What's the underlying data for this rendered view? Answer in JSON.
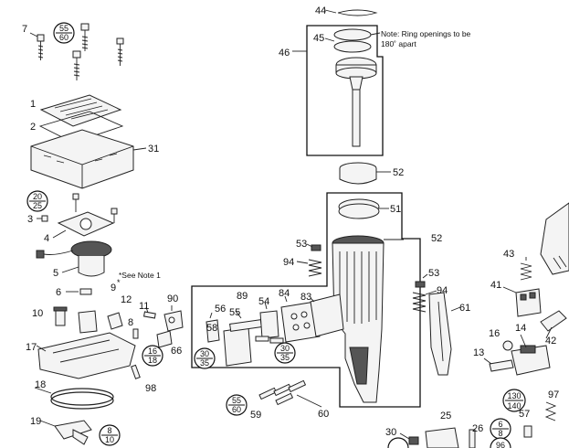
{
  "labels": {
    "p44": "44",
    "p45": "45",
    "p46": "46",
    "p52a": "52",
    "p51": "51",
    "p52b": "52",
    "p7": "7",
    "p1": "1",
    "p2": "2",
    "p31": "31",
    "p3": "3",
    "p4": "4",
    "p5": "5",
    "p6": "6",
    "p9": "9",
    "p10": "10",
    "p11": "11",
    "p12": "12",
    "p8": "8",
    "p90": "90",
    "p66": "66",
    "p17": "17",
    "p18": "18",
    "p19": "19",
    "p98": "98",
    "p53a": "53",
    "p94a": "94",
    "p56": "56",
    "p89": "89",
    "p54": "54",
    "p84": "84",
    "p83": "83",
    "p58": "58",
    "p55": "55",
    "p59": "59",
    "p60": "60",
    "p53b": "53",
    "p94b": "94",
    "p61": "61",
    "p43": "43",
    "p41": "41",
    "p42": "42",
    "p16": "16",
    "p14": "14",
    "p13": "13",
    "p57": "57",
    "p97": "97",
    "p30": "30",
    "p25": "25",
    "p26": "26"
  },
  "ratios": {
    "r1": {
      "top": "55",
      "bottom": "60"
    },
    "r2": {
      "top": "20",
      "bottom": "25"
    },
    "r3": {
      "top": "16",
      "bottom": "18"
    },
    "r4": {
      "top": "8",
      "bottom": "10"
    },
    "r5": {
      "top": "30",
      "bottom": "35"
    },
    "r6": {
      "top": "30",
      "bottom": "35"
    },
    "r7": {
      "top": "55",
      "bottom": "60"
    },
    "r8": {
      "top": "130",
      "bottom": "140"
    },
    "r9": {
      "top": "6",
      "bottom": "8"
    },
    "r10": {
      "top": "96",
      "bottom": ""
    }
  },
  "notes": {
    "ring": "Note: Ring openings to be",
    "ring2": "180˚ apart",
    "see_note": "*See Note 1",
    "star": "*"
  }
}
